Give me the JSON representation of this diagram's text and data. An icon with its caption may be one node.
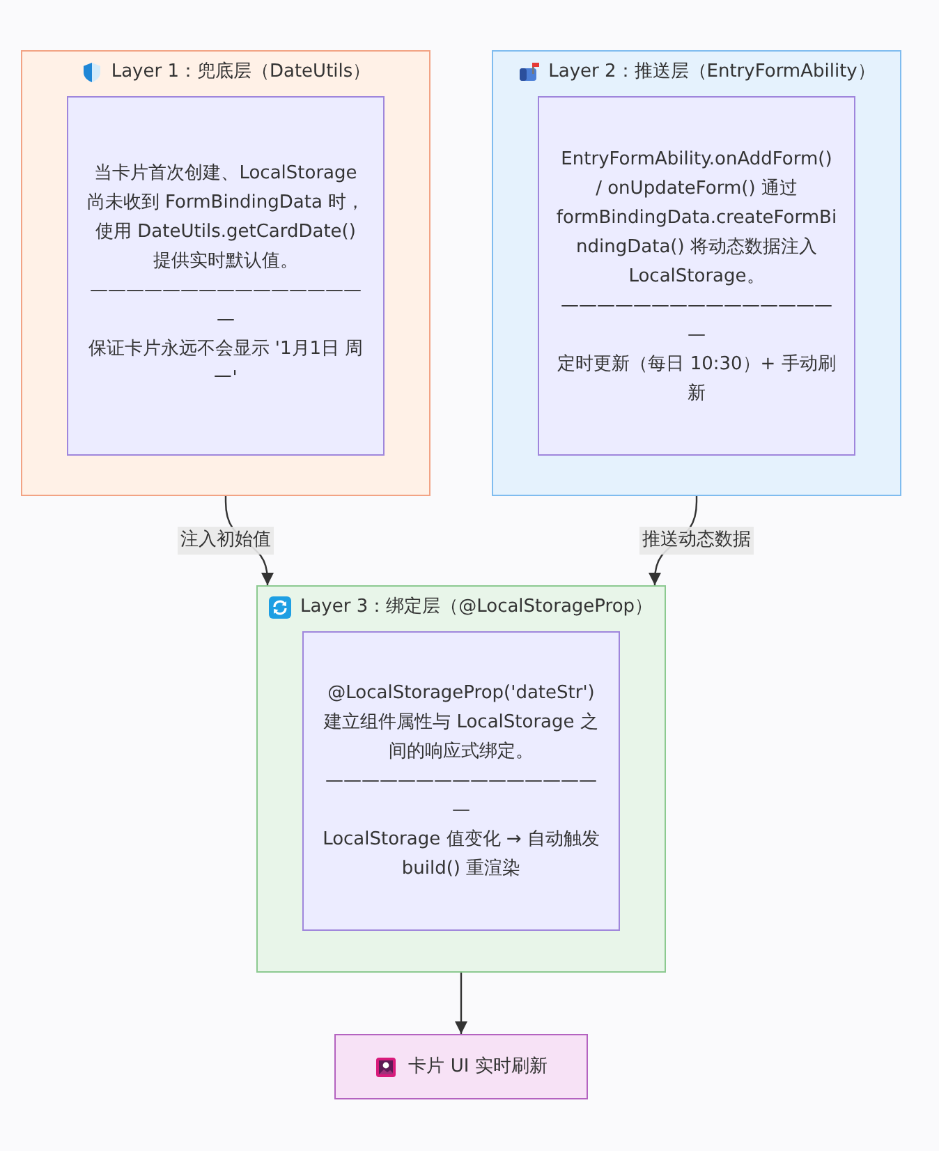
{
  "diagram": {
    "nodes": [
      {
        "text": [
          "Layer 1：兜底层（DateUtils）"
        ]
      },
      {
        "text": [
          "当卡片首次创建、LocalStorage 尚未收到 FormBindingData 时，使用 DateUtils.getCardDate() 提供实时默认值。",
          "————————————————",
          "保证卡片永远不会显示 '1月1日 周一'"
        ],
        "in": 0
      },
      {
        "text": [
          "Layer 2：推送层（EntryFormAbility）"
        ]
      },
      {
        "text": [
          "EntryFormAbility.onAddForm() / onUpdateForm() 通过 formBindingData.createFormBindingData() 将动态数据注入 LocalStorage。",
          "————————————————",
          "定时更新（每日 10:30）+ 手动刷新"
        ],
        "in": 2
      },
      {
        "text": [
          "Layer 3：绑定层（@LocalStorageProp）"
        ]
      },
      {
        "text": [
          "@LocalStorageProp('dateStr') 建立组件属性与 LocalStorage 之间的响应式绑定。",
          "————————————————",
          "LocalStorage 值变化 → 自动触发 build() 重渲染"
        ],
        "in": 4
      },
      {
        "text": [
          "卡片 UI 实时刷新"
        ]
      }
    ],
    "edges": [
      {
        "from": 0,
        "to": 4,
        "label": "注入初始值",
        "arrow": "to"
      },
      {
        "from": 2,
        "to": 4,
        "label": "推送动态数据",
        "arrow": "to"
      },
      {
        "from": 4,
        "to": 6,
        "arrow": "to"
      }
    ]
  }
}
